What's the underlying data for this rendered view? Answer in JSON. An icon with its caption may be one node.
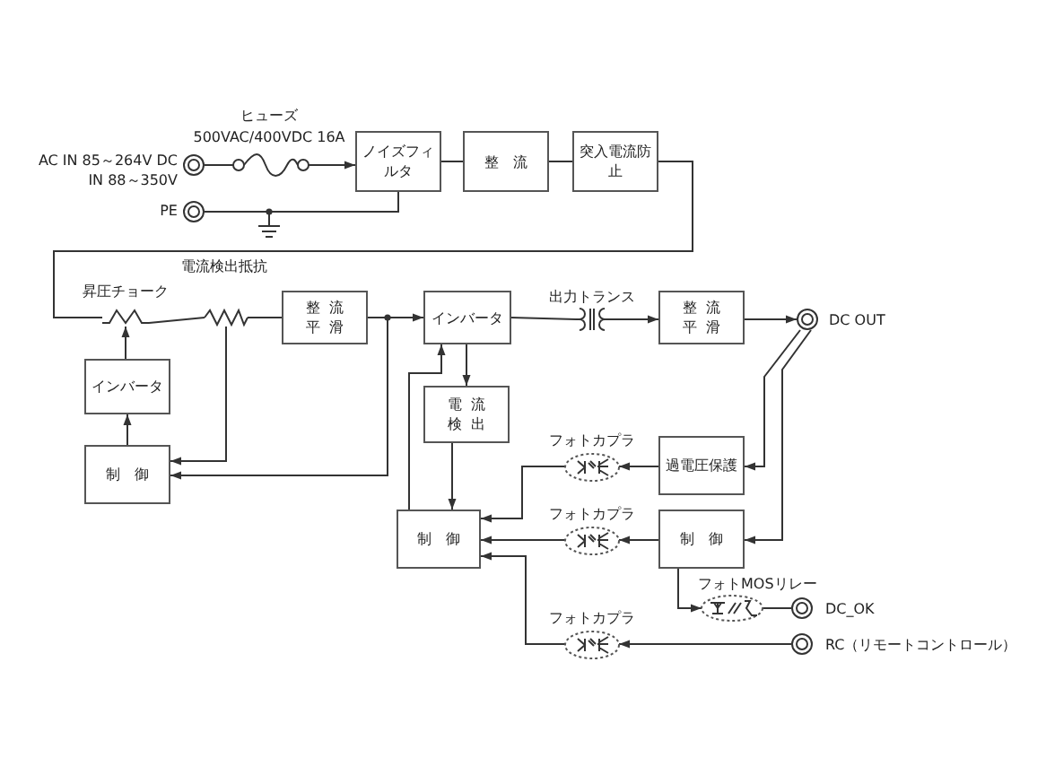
{
  "diagram": {
    "nodes": [
      {
        "text": [],
        "shape": "circle",
        "beside": [
          "AC IN 85～264V DC IN 88～350V"
        ]
      },
      {
        "text": [],
        "shape": "fuse",
        "beside": [
          "ヒューズ",
          "500VAC/400VDC 16A"
        ]
      },
      {
        "text": [
          "ノイズフィルタ"
        ]
      },
      {
        "text": [
          "整流"
        ]
      },
      {
        "text": [
          "突入電流防止"
        ]
      },
      {
        "text": [],
        "shape": "circle",
        "beside": [
          "PE"
        ]
      },
      {
        "text": [],
        "shape": "coil",
        "beside": [
          "昇圧チョーク"
        ]
      },
      {
        "text": [],
        "shape": "resistor",
        "beside": [
          "電流検出抵抗"
        ]
      },
      {
        "text": [
          "整流平滑"
        ]
      },
      {
        "text": [
          "インバータ"
        ]
      },
      {
        "text": [],
        "shape": "transformer",
        "beside": [
          "出力トランス"
        ]
      },
      {
        "text": [
          "整流平滑"
        ]
      },
      {
        "text": [],
        "shape": "circle",
        "beside": [
          "DC OUT"
        ]
      },
      {
        "text": [
          "インバータ"
        ]
      },
      {
        "text": [
          "制御"
        ]
      },
      {
        "text": [
          "電流検出"
        ]
      },
      {
        "text": [
          "制御"
        ]
      },
      {
        "text": [
          "過電圧保護"
        ]
      },
      {
        "text": [
          "制御"
        ]
      },
      {
        "text": [],
        "shape": "photocoupler",
        "beside": [
          "フォトカプラ"
        ]
      },
      {
        "text": [],
        "shape": "photocoupler",
        "beside": [
          "フォトカプラ"
        ]
      },
      {
        "text": [],
        "shape": "relay",
        "beside": [
          "フォトMOSリレー"
        ]
      },
      {
        "text": [],
        "shape": "circle",
        "beside": [
          "DC_OK"
        ]
      },
      {
        "text": [],
        "shape": "photocoupler",
        "beside": [
          "フォトカプラ"
        ]
      },
      {
        "text": [],
        "shape": "circle",
        "beside": [
          "RC（リモートコントロール）"
        ]
      },
      {
        "text": [],
        "shape": "ground"
      }
    ],
    "edges": [
      {
        "from": 0,
        "to": 1,
        "arrow": "none"
      },
      {
        "from": 1,
        "to": 2,
        "arrow": "to"
      },
      {
        "from": 2,
        "to": 3,
        "arrow": "none"
      },
      {
        "from": 3,
        "to": 4,
        "arrow": "none"
      },
      {
        "from": 4,
        "to": 6,
        "arrow": "none"
      },
      {
        "from": 5,
        "to": 2,
        "arrow": "none"
      },
      {
        "from": 6,
        "to": 7,
        "arrow": "none"
      },
      {
        "from": 7,
        "to": 8,
        "arrow": "none"
      },
      {
        "from": 8,
        "to": 9,
        "arrow": "to"
      },
      {
        "from": 8,
        "to": 14,
        "arrow": "to"
      },
      {
        "from": 7,
        "to": 14,
        "arrow": "to"
      },
      {
        "from": 13,
        "to": 6,
        "arrow": "to"
      },
      {
        "from": 14,
        "to": 13,
        "arrow": "to"
      },
      {
        "from": 9,
        "to": 10,
        "arrow": "none"
      },
      {
        "from": 10,
        "to": 11,
        "arrow": "to"
      },
      {
        "from": 11,
        "to": 12,
        "arrow": "to"
      },
      {
        "from": 9,
        "to": 15,
        "arrow": "to"
      },
      {
        "from": 15,
        "to": 16,
        "arrow": "to"
      },
      {
        "from": 16,
        "to": 9,
        "arrow": "to"
      },
      {
        "from": 12,
        "to": 17,
        "arrow": "to"
      },
      {
        "from": 12,
        "to": 18,
        "arrow": "to"
      },
      {
        "from": 17,
        "to": 19,
        "arrow": "to"
      },
      {
        "from": 19,
        "to": 16,
        "arrow": "to"
      },
      {
        "from": 18,
        "to": 20,
        "arrow": "to"
      },
      {
        "from": 20,
        "to": 16,
        "arrow": "to"
      },
      {
        "from": 18,
        "to": 21,
        "arrow": "to"
      },
      {
        "from": 21,
        "to": 22,
        "arrow": "none"
      },
      {
        "from": 24,
        "to": 23,
        "arrow": "to"
      },
      {
        "from": 23,
        "to": 16,
        "arrow": "to"
      },
      {
        "from": 5,
        "to": 25,
        "arrow": "none"
      }
    ]
  }
}
